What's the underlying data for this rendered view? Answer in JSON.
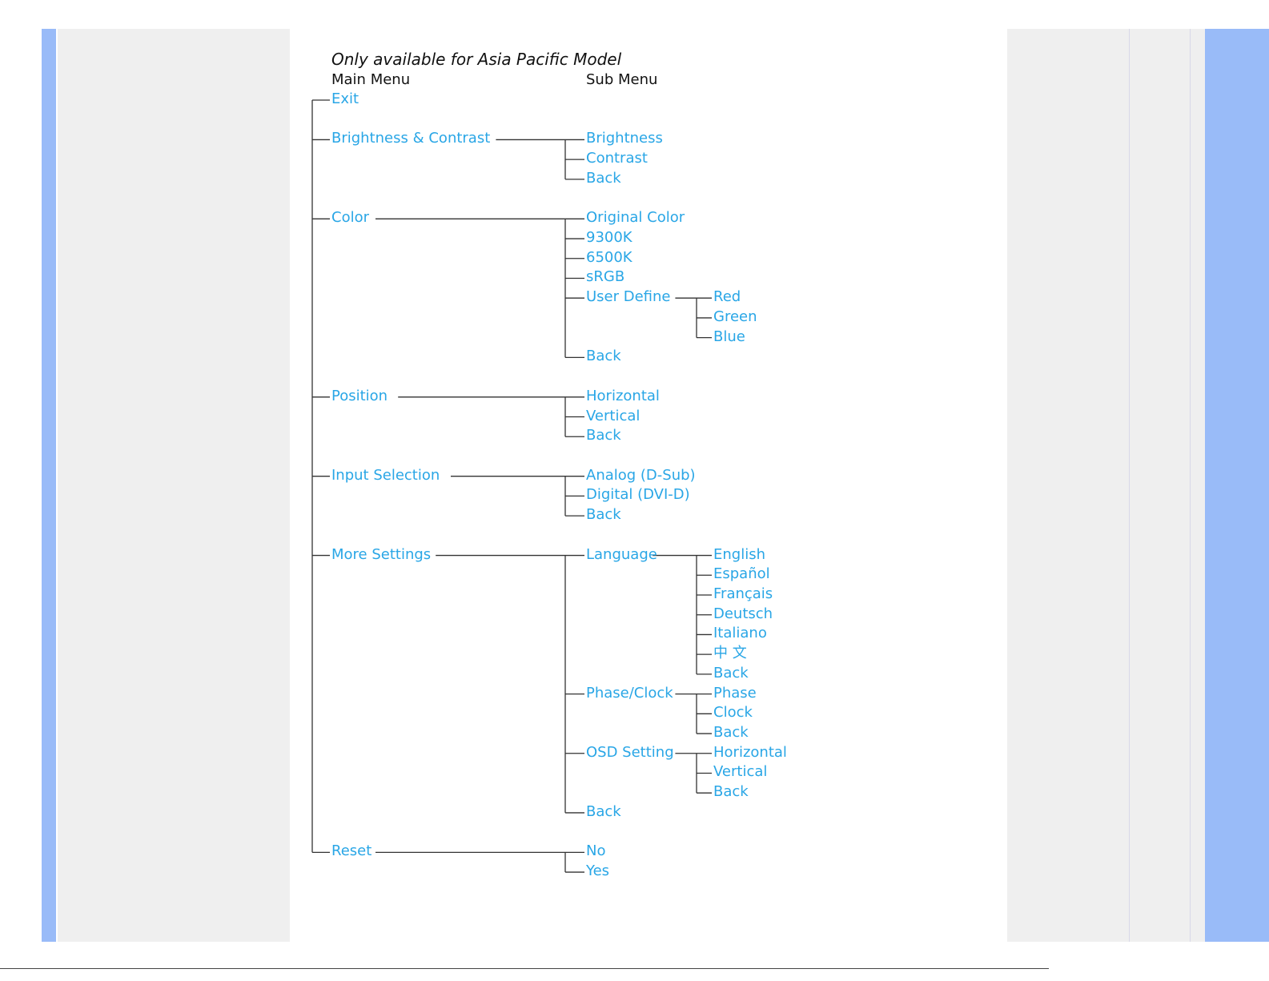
{
  "title": "Only available for Asia Pacific Model",
  "headers": {
    "main": "Main Menu",
    "sub": "Sub Menu"
  },
  "colors": {
    "link": "#29a6e6",
    "text": "#111111",
    "line": "#333333",
    "accent_band": "#99bbf8",
    "panel": "#efefef"
  },
  "tree": [
    {
      "label": "Exit"
    },
    {
      "label": "Brightness & Contrast",
      "children": [
        {
          "label": "Brightness"
        },
        {
          "label": "Contrast"
        },
        {
          "label": "Back"
        }
      ]
    },
    {
      "label": "Color",
      "children": [
        {
          "label": "Original Color"
        },
        {
          "label": "9300K"
        },
        {
          "label": "6500K"
        },
        {
          "label": "sRGB"
        },
        {
          "label": "User Define",
          "children": [
            {
              "label": "Red"
            },
            {
              "label": "Green"
            },
            {
              "label": "Blue"
            }
          ]
        },
        {
          "label": "Back"
        }
      ]
    },
    {
      "label": "Position",
      "children": [
        {
          "label": "Horizontal"
        },
        {
          "label": "Vertical"
        },
        {
          "label": "Back"
        }
      ]
    },
    {
      "label": "Input Selection",
      "children": [
        {
          "label": "Analog (D-Sub)"
        },
        {
          "label": "Digital (DVI-D)"
        },
        {
          "label": "Back"
        }
      ]
    },
    {
      "label": "More Settings",
      "children": [
        {
          "label": "Language",
          "children": [
            {
              "label": "English"
            },
            {
              "label": "Español"
            },
            {
              "label": "Français"
            },
            {
              "label": "Deutsch"
            },
            {
              "label": "Italiano"
            },
            {
              "label": "中 文"
            },
            {
              "label": "Back"
            }
          ]
        },
        {
          "label": "Phase/Clock",
          "children": [
            {
              "label": "Phase"
            },
            {
              "label": "Clock"
            },
            {
              "label": "Back"
            }
          ]
        },
        {
          "label": "OSD Setting",
          "children": [
            {
              "label": "Horizontal"
            },
            {
              "label": "Vertical"
            },
            {
              "label": "Back"
            }
          ]
        },
        {
          "label": "Back"
        }
      ]
    },
    {
      "label": "Reset",
      "children": [
        {
          "label": "No"
        },
        {
          "label": "Yes"
        }
      ]
    }
  ]
}
